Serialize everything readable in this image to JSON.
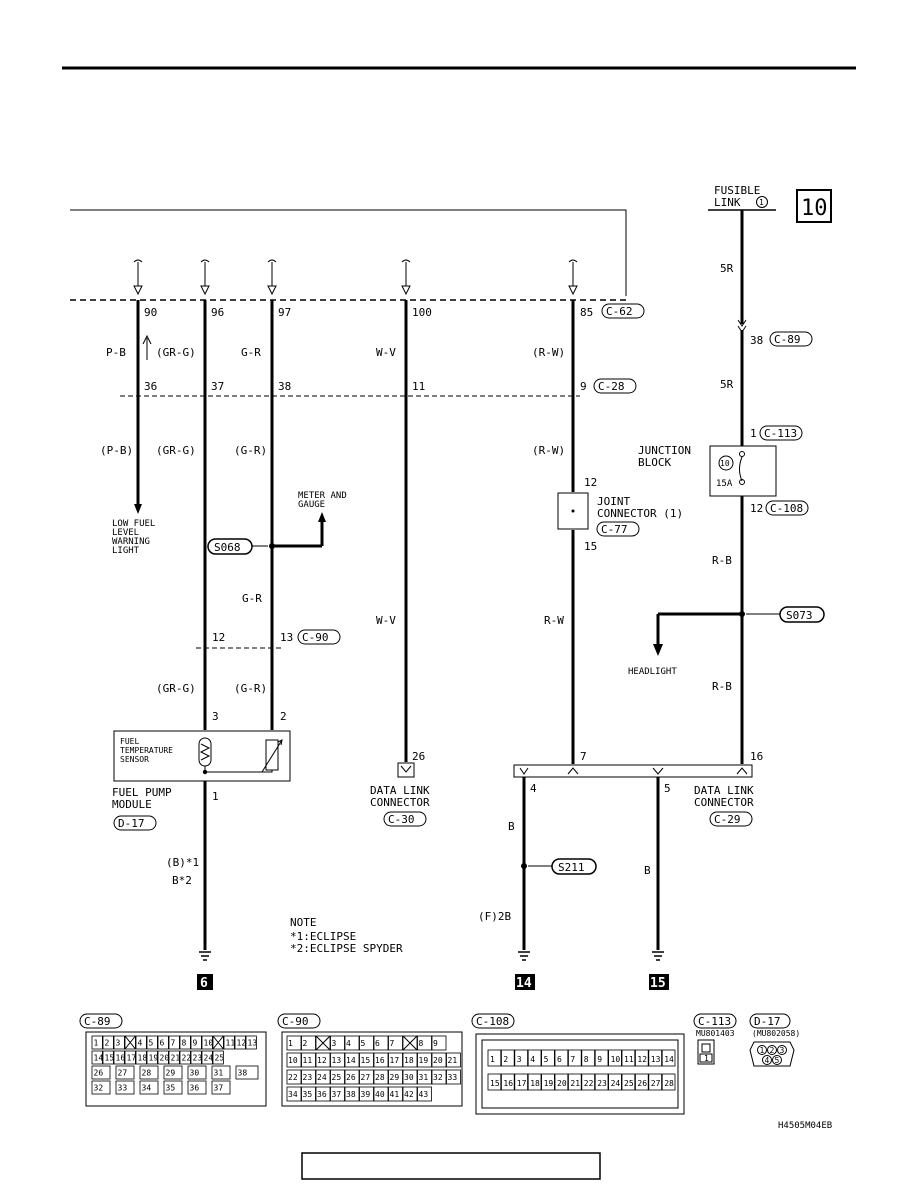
{
  "header_rule": true,
  "ecu_pins": [
    {
      "pin": "90",
      "top_wire": "P-B",
      "mid_pin": "36",
      "lower_wire": "(P-B)"
    },
    {
      "pin": "96",
      "top_wire": "(GR-G)",
      "mid_pin": "37",
      "lower_wire": "(GR-G)"
    },
    {
      "pin": "97",
      "top_wire": "G-R",
      "mid_pin": "38",
      "lower_wire": "(G-R)"
    },
    {
      "pin": "100",
      "top_wire": "W-V",
      "mid_pin": "11",
      "lower_wire": "W-V"
    },
    {
      "pin": "85",
      "top_wire": "(R-W)",
      "mid_pin": "9",
      "lower_wire": "(R-W)"
    }
  ],
  "refs": {
    "c62": "C-62",
    "c28": "C-28",
    "c89": "C-89",
    "c113": "C-113",
    "c108": "C-108",
    "c77": "C-77",
    "c90": "C-90",
    "d17": "D-17",
    "c30": "C-30",
    "c29": "C-29"
  },
  "labels": {
    "fusible_link": [
      "FUSIBLE",
      "LINK"
    ],
    "fusible_link_num": "1",
    "page_box": "10",
    "wire_5r_top": "5R",
    "pin_38": "38",
    "wire_5r_mid": "5R",
    "pin_1": "1",
    "junction_block": [
      "JUNCTION",
      "BLOCK"
    ],
    "fuse_num": "10",
    "fuse_rating": "15A",
    "pin_12_jb": "12",
    "wire_rb_1": "R-B",
    "splice_s073": "S073",
    "headlight": "HEADLIGHT",
    "wire_rb_2": "R-B",
    "pin_16": "16",
    "joint_pin_12": "12",
    "joint_connector": [
      "JOINT",
      "CONNECTOR (1)"
    ],
    "joint_pin_15": "15",
    "wire_rw_lower": "R-W",
    "pin_7": "7",
    "low_fuel": [
      "LOW FUEL",
      "LEVEL",
      "WARNING",
      "LIGHT"
    ],
    "meter_gauge": [
      "METER AND",
      "GAUGE"
    ],
    "splice_s068": "S068",
    "wire_gr_mid": "G-R",
    "pin_12_c90": "12",
    "pin_13_c90": "13",
    "wire_grg_low": "(GR-G)",
    "wire_gr_low": "(G-R)",
    "pin_3": "3",
    "pin_2": "2",
    "fuel_temp_sensor": [
      "FUEL",
      "TEMPERATURE",
      "SENSOR"
    ],
    "fuel_pump_module": [
      "FUEL PUMP",
      "MODULE"
    ],
    "pin_1_fpm": "1",
    "wire_b_note1": "(B)*1",
    "wire_b_note2": "B*2",
    "ground_6": "6",
    "wire_wv_lower": "W-V",
    "pin_26": "26",
    "data_link_connector_1": [
      "DATA LINK",
      "CONNECTOR"
    ],
    "pin_4": "4",
    "pin_5": "5",
    "data_link_connector_2": [
      "DATA LINK",
      "CONNECTOR"
    ],
    "wire_b_4": "B",
    "splice_s211": "S211",
    "wire_f2b": "(F)2B",
    "ground_14": "14",
    "wire_b_5": "B",
    "ground_15": "15",
    "note_title": "NOTE",
    "note_1": "*1:ECLIPSE",
    "note_2": "*2:ECLIPSE SPYDER",
    "conn_c113_part": "MU801403",
    "conn_d17_part": "(MU802058)",
    "figure_id": "H4505M04EB"
  },
  "connector_views": {
    "c89_rows": [
      [
        "1",
        "2",
        "3",
        "X",
        "4",
        "5",
        "6",
        "7",
        "8",
        "9",
        "10",
        "X",
        "11",
        "12",
        "13"
      ],
      [
        "14",
        "15",
        "16",
        "17",
        "18",
        "19",
        "20",
        "21",
        "22",
        "23",
        "24",
        "25"
      ],
      [
        "26",
        "27",
        "28",
        "29",
        "30",
        "31",
        "38"
      ],
      [
        "32",
        "33",
        "34",
        "35",
        "36",
        "37"
      ]
    ],
    "c90_rows": [
      [
        "1",
        "2",
        "X",
        "3",
        "4",
        "5",
        "6",
        "7",
        "X",
        "8",
        "9"
      ],
      [
        "10",
        "11",
        "12",
        "13",
        "14",
        "15",
        "16",
        "17",
        "18",
        "19",
        "20",
        "21"
      ],
      [
        "22",
        "23",
        "24",
        "25",
        "26",
        "27",
        "28",
        "29",
        "30",
        "31",
        "32",
        "33"
      ],
      [
        "34",
        "35",
        "36",
        "37",
        "38",
        "39",
        "40",
        "41",
        "42",
        "43"
      ]
    ],
    "c108_rows": [
      [
        "1",
        "2",
        "3",
        "4",
        "5",
        "6",
        "7",
        "8",
        "9",
        "10",
        "11",
        "12",
        "13",
        "14"
      ],
      [
        "15",
        "16",
        "17",
        "18",
        "19",
        "20",
        "21",
        "22",
        "23",
        "24",
        "25",
        "26",
        "27",
        "28"
      ]
    ],
    "c113_pin": "1",
    "d17_pins": [
      "1",
      "2",
      "3",
      "4",
      "5"
    ]
  }
}
